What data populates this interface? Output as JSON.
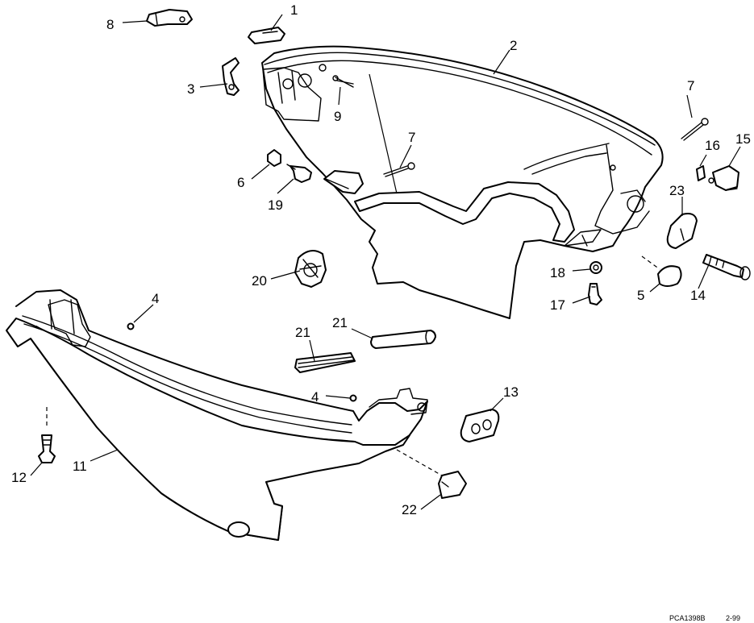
{
  "callouts": [
    "1",
    "2",
    "3",
    "4",
    "4",
    "5",
    "6",
    "7",
    "7",
    "8",
    "9",
    "11",
    "12",
    "13",
    "14",
    "15",
    "16",
    "17",
    "18",
    "19",
    "20",
    "21",
    "21",
    "22",
    "23"
  ],
  "reference": {
    "code": "PCA1398B",
    "date": "2-99"
  }
}
